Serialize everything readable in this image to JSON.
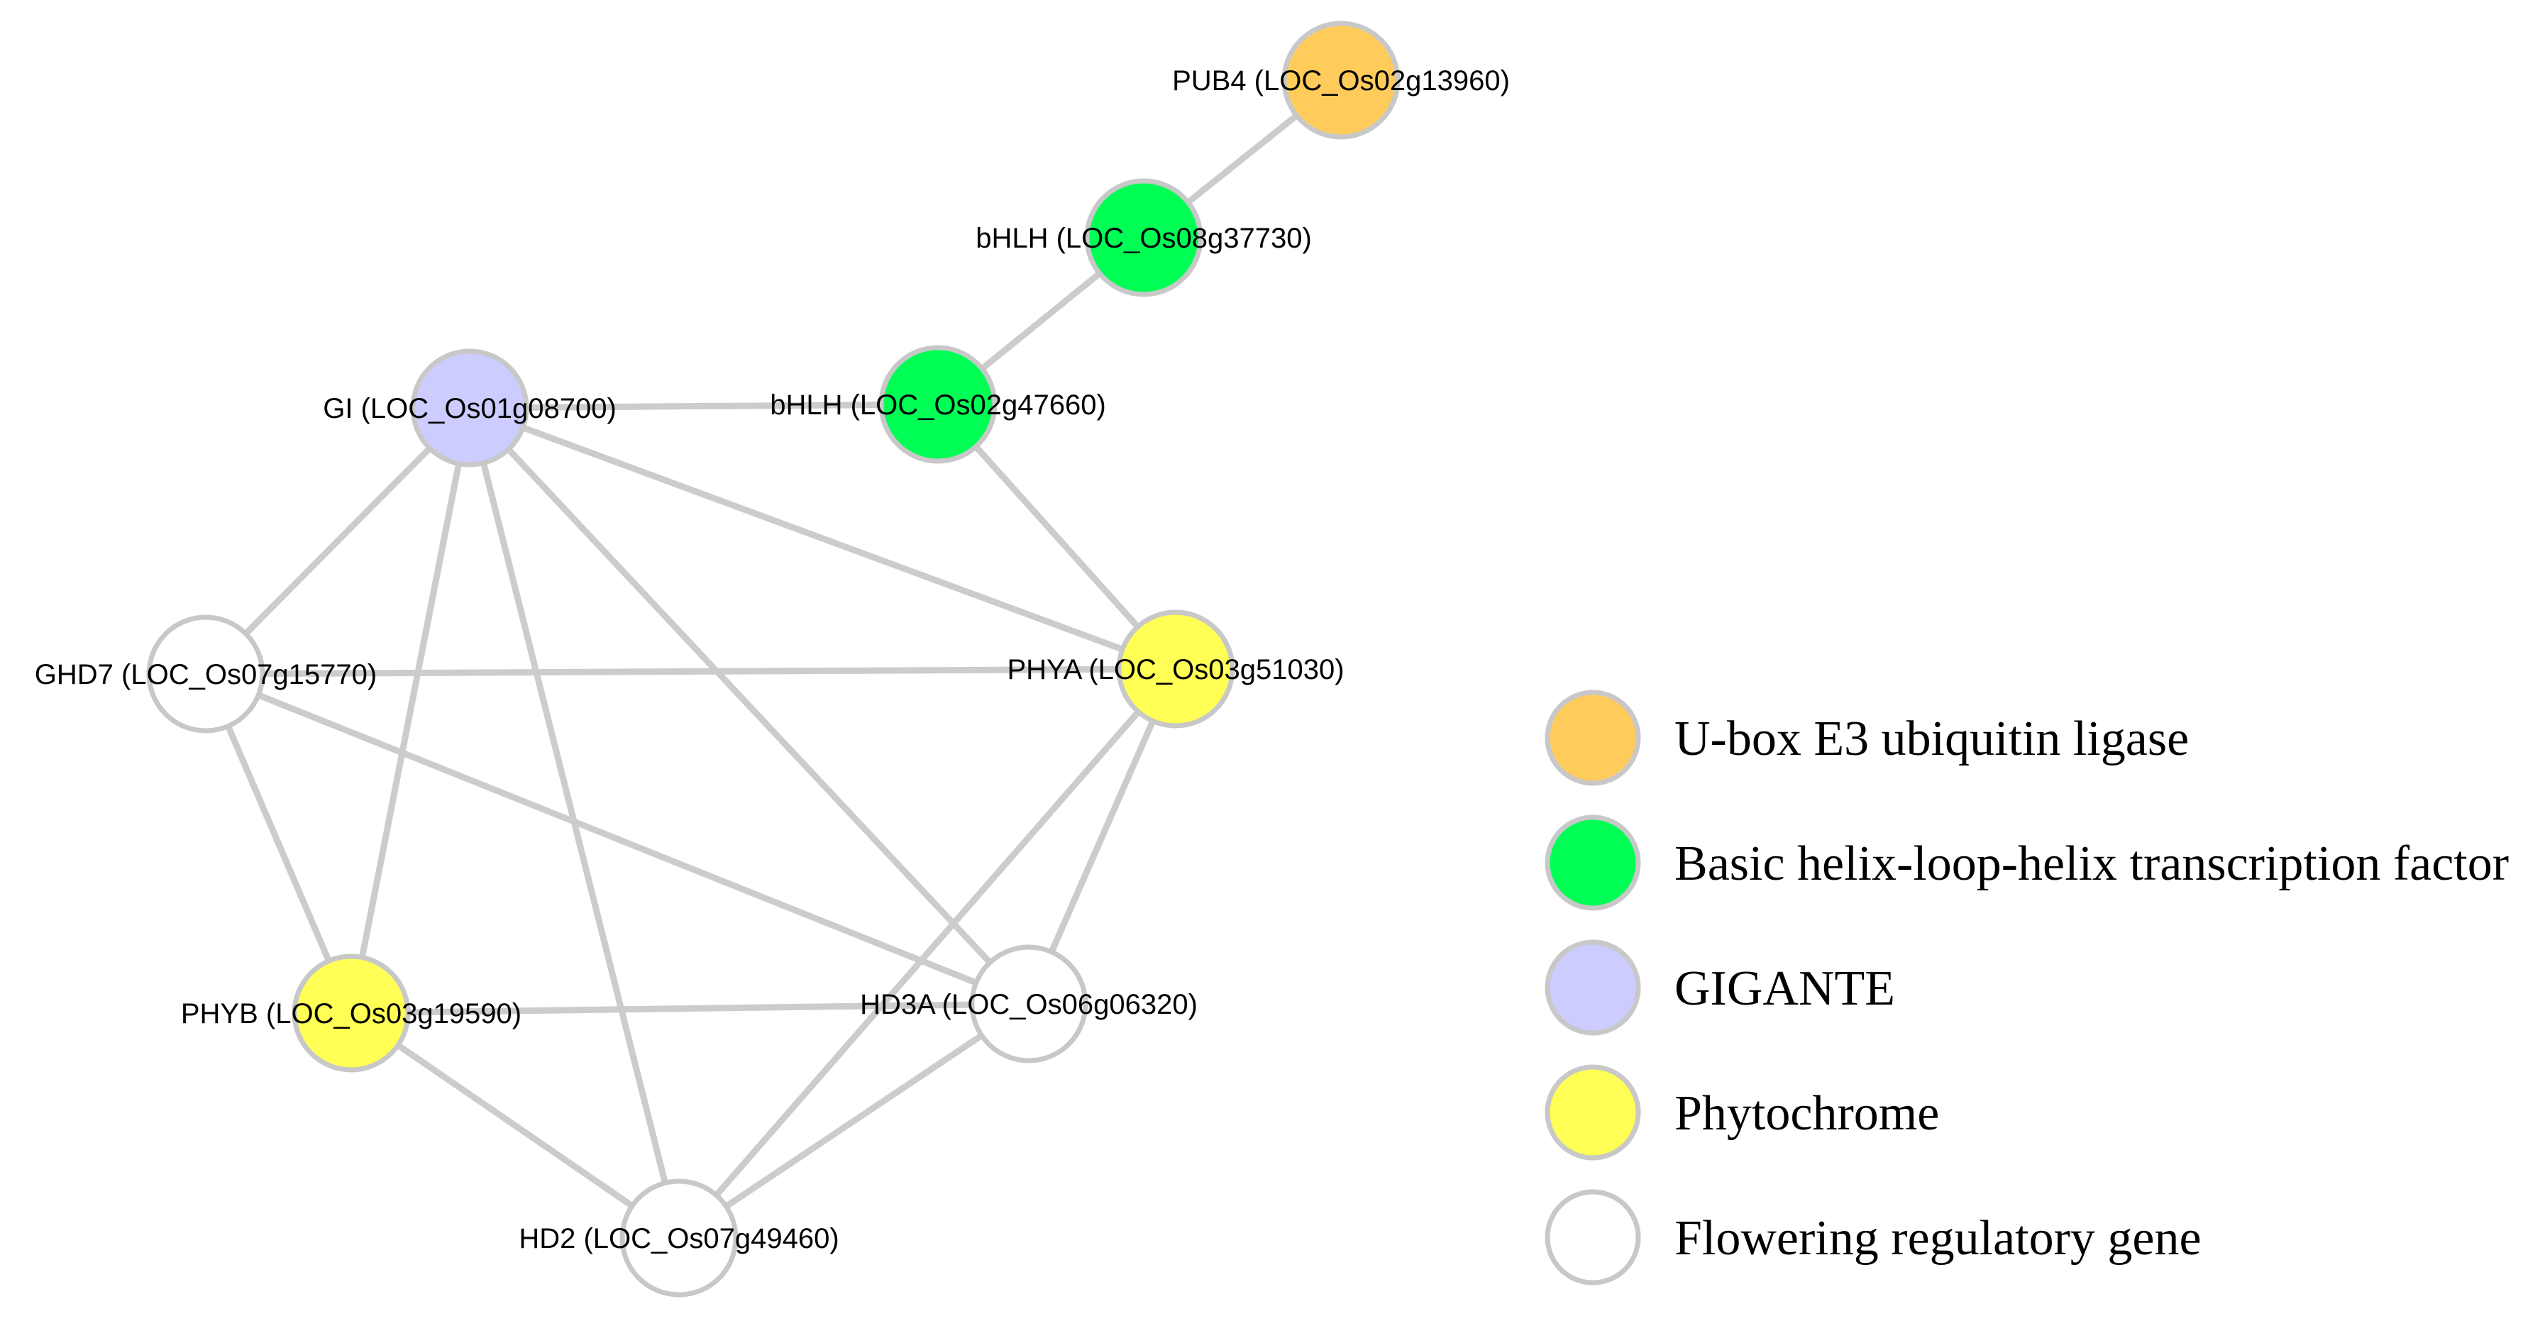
{
  "diagram": {
    "type": "network",
    "nodes": [
      {
        "id": "PUB4",
        "label": "PUB4 (LOC_Os02g13960)",
        "category": "ubox"
      },
      {
        "id": "bHLH1",
        "label": "bHLH (LOC_Os08g37730)",
        "category": "bhlh"
      },
      {
        "id": "bHLH2",
        "label": "bHLH (LOC_Os02g47660)",
        "category": "bhlh"
      },
      {
        "id": "GI",
        "label": "GI (LOC_Os01g08700)",
        "category": "gigante"
      },
      {
        "id": "GHD7",
        "label": "GHD7 (LOC_Os07g15770)",
        "category": "flowering"
      },
      {
        "id": "PHYA",
        "label": "PHYA (LOC_Os03g51030)",
        "category": "phytochrome"
      },
      {
        "id": "PHYB",
        "label": "PHYB (LOC_Os03g19590)",
        "category": "phytochrome"
      },
      {
        "id": "HD3A",
        "label": "HD3A (LOC_Os06g06320)",
        "category": "flowering"
      },
      {
        "id": "HD2",
        "label": "HD2 (LOC_Os07g49460)",
        "category": "flowering"
      }
    ],
    "edges": [
      [
        "PUB4",
        "bHLH1"
      ],
      [
        "bHLH1",
        "bHLH2"
      ],
      [
        "GI",
        "bHLH2"
      ],
      [
        "bHLH2",
        "PHYA"
      ],
      [
        "GI",
        "PHYA"
      ],
      [
        "GI",
        "GHD7"
      ],
      [
        "GI",
        "PHYB"
      ],
      [
        "GI",
        "HD2"
      ],
      [
        "GI",
        "HD3A"
      ],
      [
        "GHD7",
        "PHYA"
      ],
      [
        "GHD7",
        "PHYB"
      ],
      [
        "GHD7",
        "HD3A"
      ],
      [
        "PHYA",
        "HD3A"
      ],
      [
        "PHYA",
        "HD2"
      ],
      [
        "PHYB",
        "HD3A"
      ],
      [
        "PHYB",
        "HD2"
      ],
      [
        "HD3A",
        "HD2"
      ]
    ]
  },
  "legend": [
    {
      "category": "ubox",
      "label": "U-box E3 ubiquitin ligase",
      "color": "#ffcc5c"
    },
    {
      "category": "bhlh",
      "label": "Basic helix-loop-helix transcription factor",
      "color": "#00ff55"
    },
    {
      "category": "gigante",
      "label": "GIGANTE",
      "color": "#ccccff"
    },
    {
      "category": "phytochrome",
      "label": "Phytochrome",
      "color": "#ffff55"
    },
    {
      "category": "flowering",
      "label": "Flowering regulatory gene",
      "color": "#ffffff"
    }
  ],
  "colors": {
    "edge": "#cccccc",
    "node_border": "#c8c8c8"
  }
}
